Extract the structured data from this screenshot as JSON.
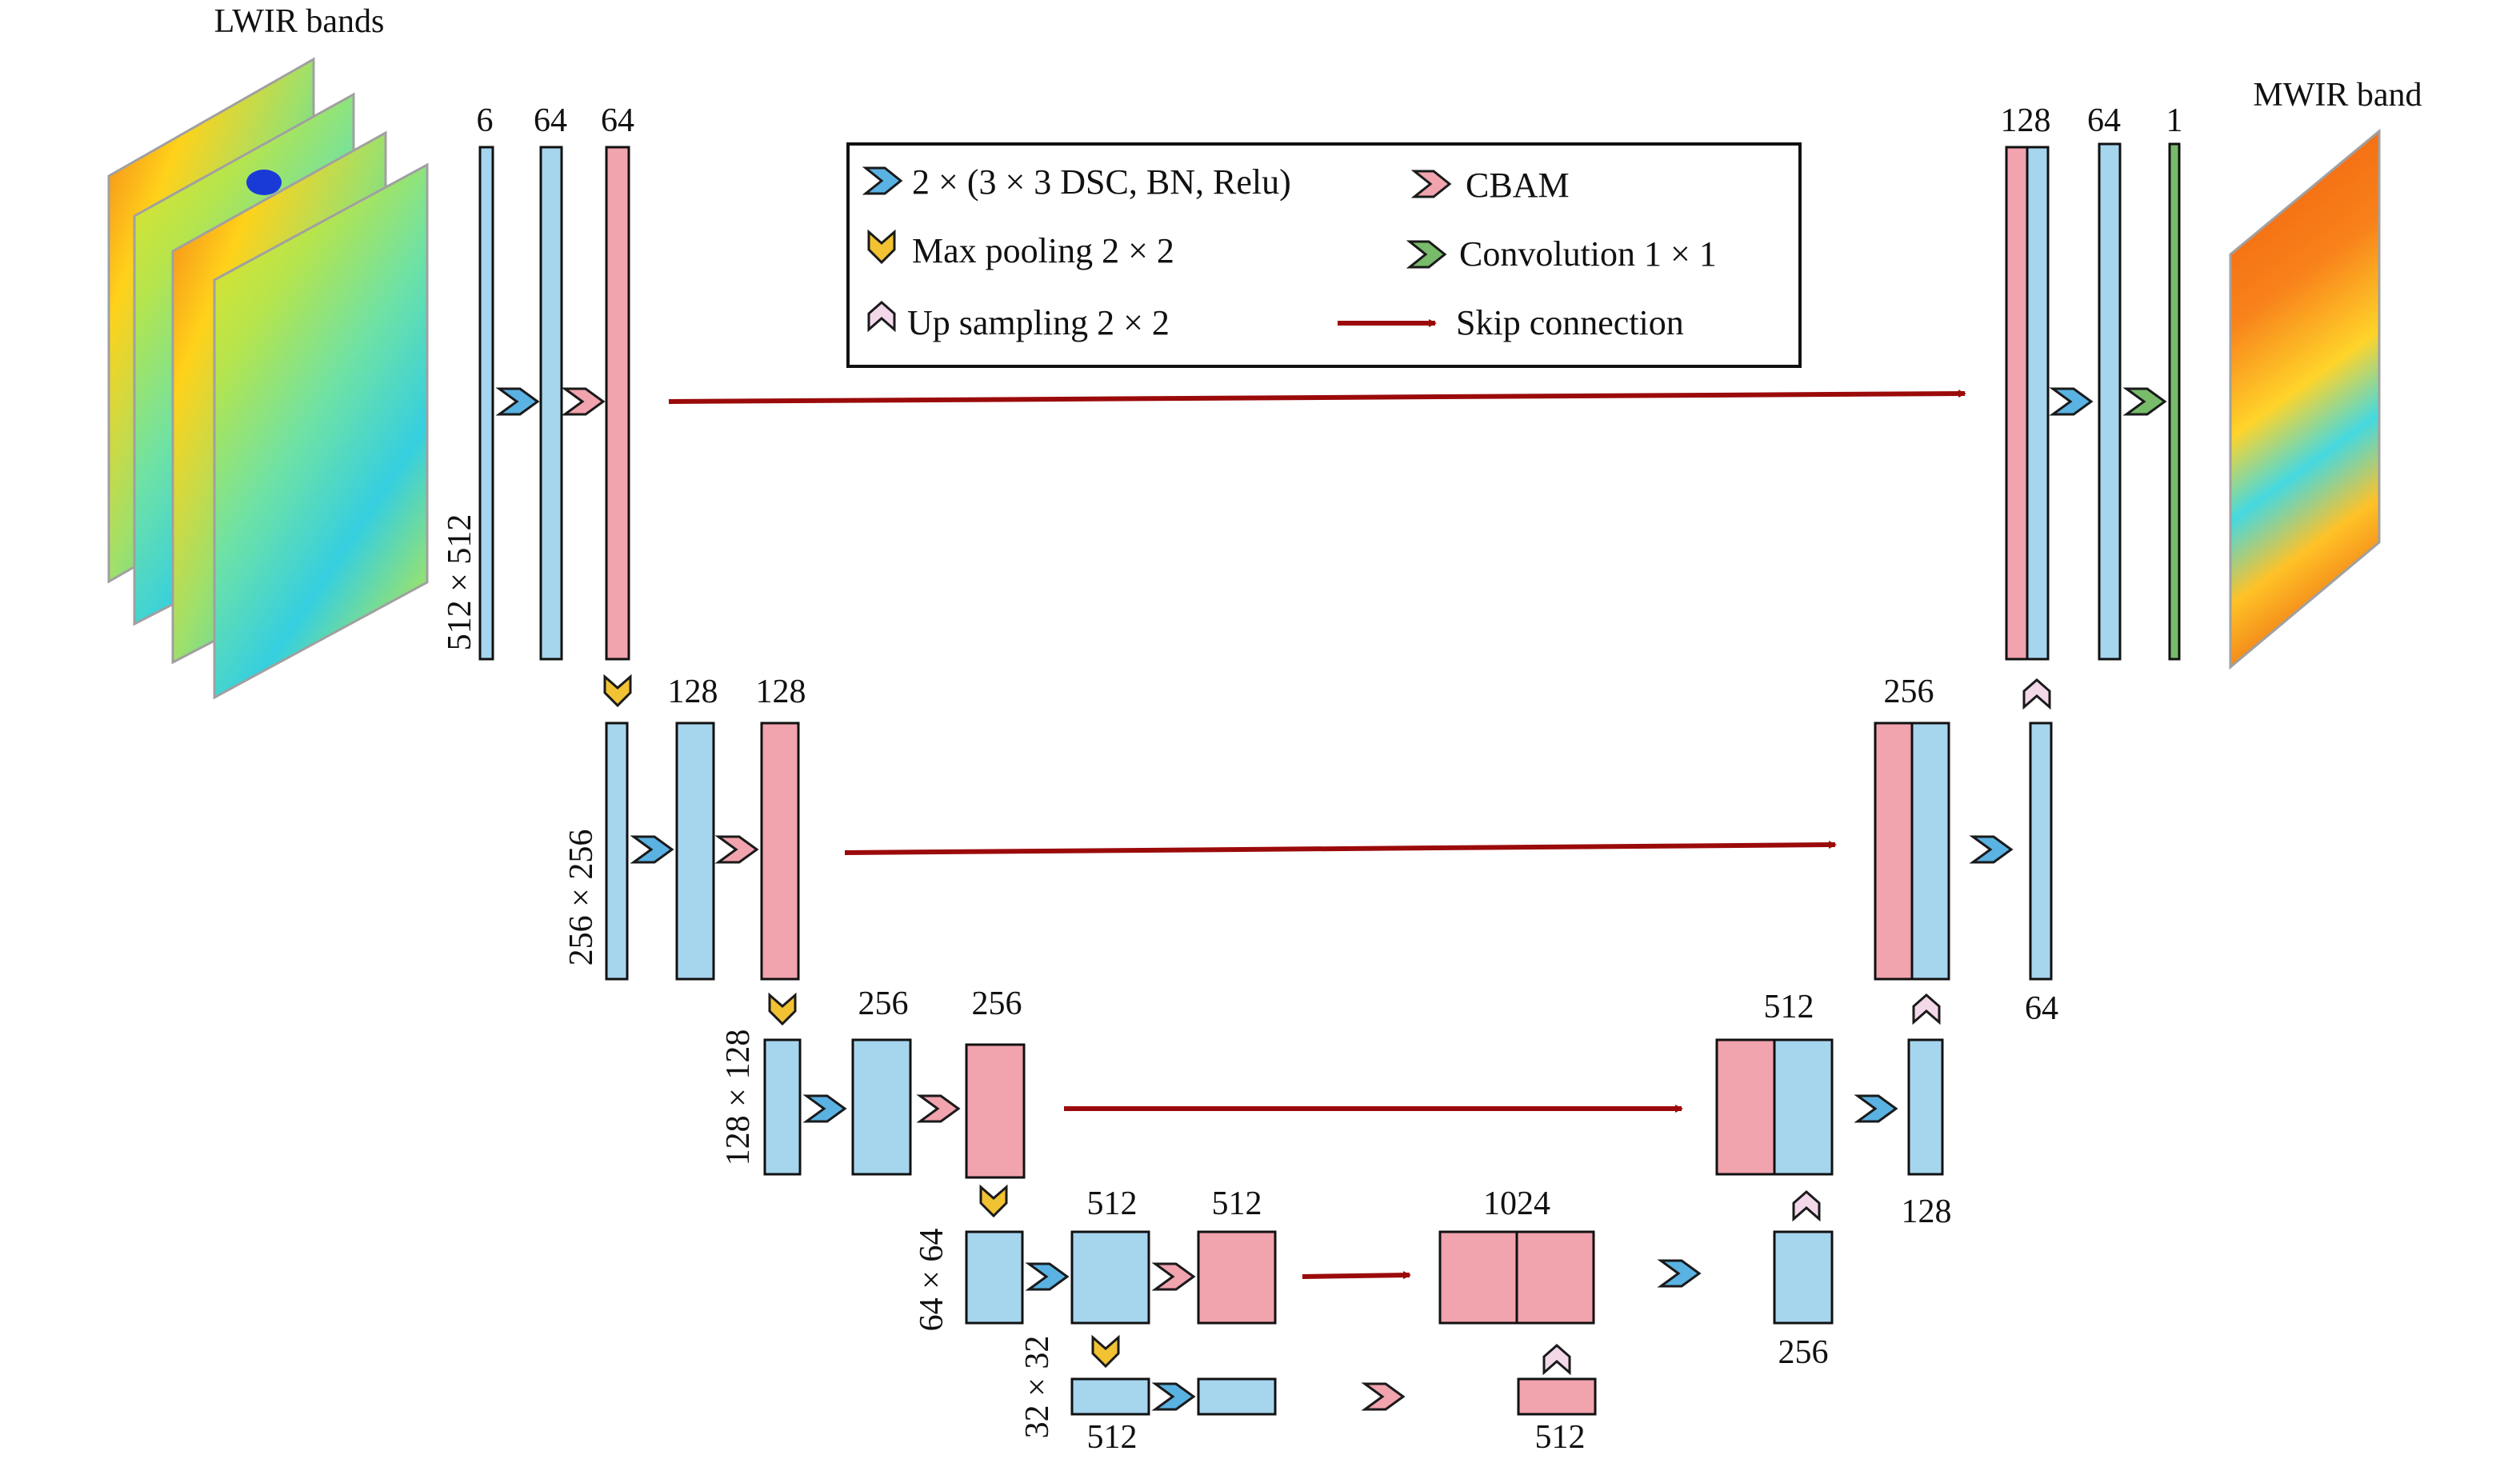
{
  "title_left": "LWIR bands",
  "title_right": "MWIR band",
  "legend": {
    "dsc": "2 × (3 × 3 DSC, BN, Relu)",
    "pool": "Max pooling 2 × 2",
    "up": "Up sampling 2 × 2",
    "cbam": "CBAM",
    "conv": "Convolution 1 × 1",
    "skip": "Skip connection"
  },
  "size_labels": {
    "s512": "512 × 512",
    "s256": "256 × 256",
    "s128": "128 × 128",
    "s64": "64 × 64",
    "s32": "32 × 32"
  },
  "channel_labels": {
    "e1_in": "6",
    "e1_a": "64",
    "e1_b": "64",
    "e2_a": "128",
    "e2_b": "128",
    "e3_a": "256",
    "e3_b": "256",
    "e4_a": "512",
    "e4_b": "512",
    "e5_a": "512",
    "e5_b": "512",
    "u4": "1024",
    "d4": "256",
    "u3": "512",
    "d3": "128",
    "u2": "256",
    "d2": "64",
    "d1_cat": "128",
    "d1_a": "64",
    "d1_out": "1"
  },
  "colors": {
    "dsc_blue": "#a6d5ee",
    "dsc_arrow": "#5ab2e3",
    "cbam_pink": "#f1a3ae",
    "pool_yellow": "#f1c232",
    "up_pink": "#f3d8ea",
    "conv_green": "#78bb6b",
    "skip_red": "#9b0a0a",
    "frame_border": "#a0a0a0"
  }
}
